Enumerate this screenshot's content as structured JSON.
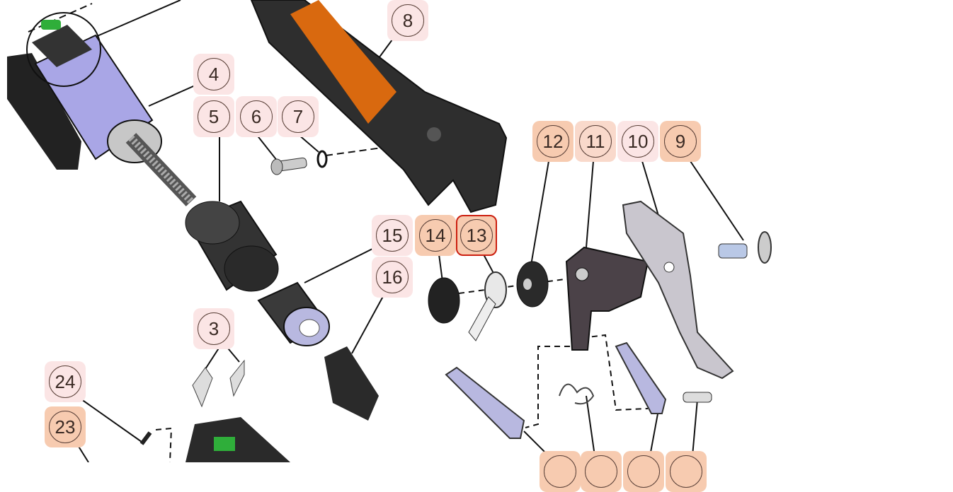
{
  "diagram": {
    "callouts": [
      {
        "label": "8",
        "tone": "light"
      },
      {
        "label": "4",
        "tone": "light"
      },
      {
        "label": "5",
        "tone": "light"
      },
      {
        "label": "6",
        "tone": "light"
      },
      {
        "label": "7",
        "tone": "light"
      },
      {
        "label": "12",
        "tone": "heavy"
      },
      {
        "label": "11",
        "tone": "mid"
      },
      {
        "label": "10",
        "tone": "light"
      },
      {
        "label": "9",
        "tone": "heavy"
      },
      {
        "label": "15",
        "tone": "light"
      },
      {
        "label": "14",
        "tone": "heavy"
      },
      {
        "label": "13",
        "tone": "heavy",
        "selected": true
      },
      {
        "label": "16",
        "tone": "light"
      },
      {
        "label": "3",
        "tone": "light"
      },
      {
        "label": "24",
        "tone": "light"
      },
      {
        "label": "23",
        "tone": "heavy"
      }
    ],
    "colors": {
      "light": "#fbe5e5",
      "mid": "#f9d9cb",
      "heavy": "#f7cbb0",
      "selected_border": "#cc1f10",
      "handle_orange": "#d9690f",
      "motor_purple": "#a9a6e6"
    }
  }
}
